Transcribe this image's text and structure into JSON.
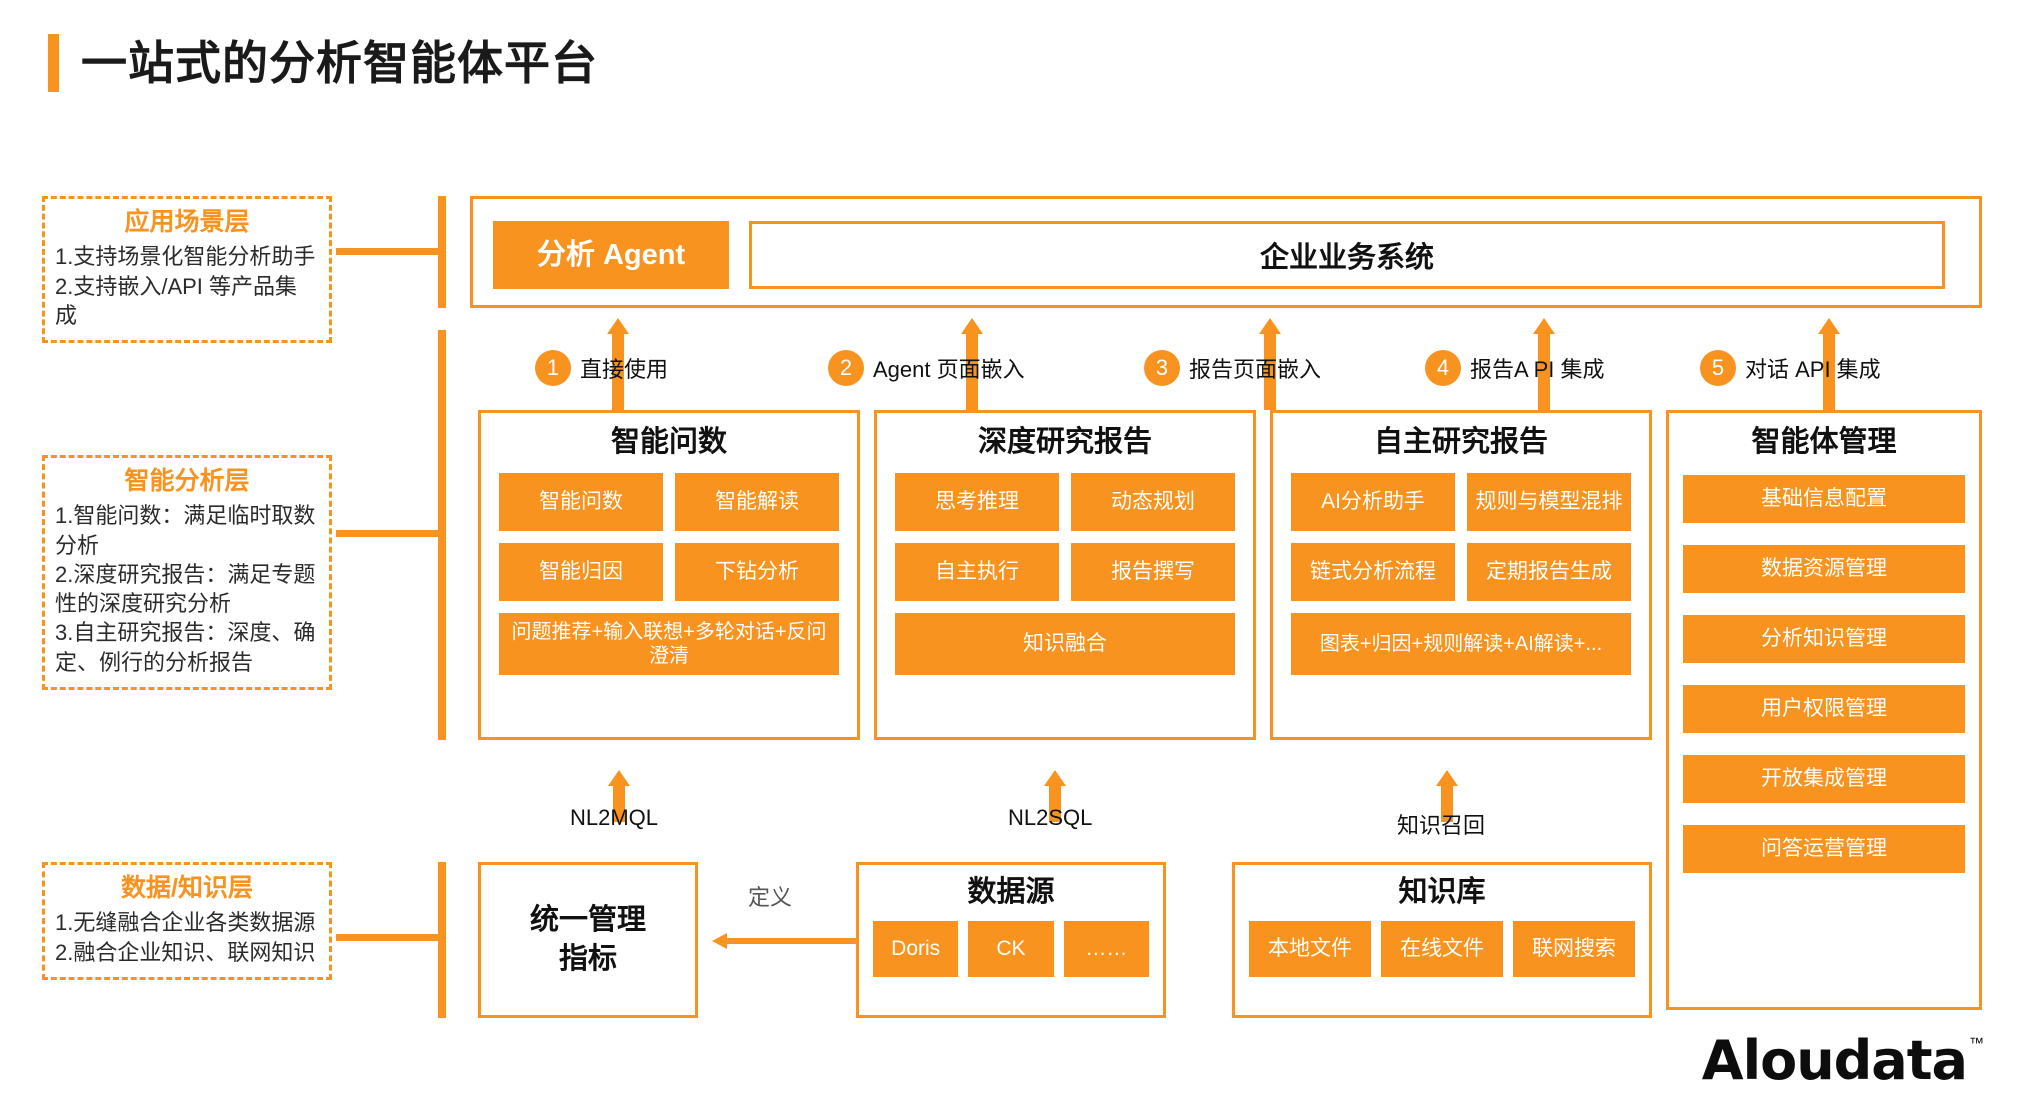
{
  "page": {
    "title": "一站式的分析智能体平台",
    "accent_color": "#F7931E",
    "text_color": "#111111"
  },
  "legend": {
    "application_layer": {
      "title": "应用场景层",
      "lines": [
        "1.支持场景化智能分析助手",
        "2.支持嵌入/API 等产品集成"
      ]
    },
    "analysis_layer": {
      "title": "智能分析层",
      "lines": [
        "1.智能问数：满足临时取数",
        "分析",
        "2.深度研究报告：满足专题",
        "性的深度研究分析",
        "3.自主研究报告：深度、确",
        "定、例行的分析报告"
      ]
    },
    "data_layer": {
      "title": "数据/知识层",
      "lines": [
        "1.无缝融合企业各类数据源",
        "2.融合企业知识、联网知识"
      ]
    }
  },
  "top_row": {
    "agent_chip": "分析 Agent",
    "business_system": "企业业务系统"
  },
  "integration_labels": [
    {
      "number": "1",
      "text": "直接使用"
    },
    {
      "number": "2",
      "text": "Agent 页面嵌入"
    },
    {
      "number": "3",
      "text": "报告页面嵌入"
    },
    {
      "number": "4",
      "text": "报告A PI 集成"
    },
    {
      "number": "5",
      "text": "对话 API 集成"
    }
  ],
  "columns": [
    {
      "title": "智能问数",
      "chips": [
        "智能问数",
        "智能解读",
        "智能归因",
        "下钻分析"
      ],
      "wide_chip": "问题推荐+输入联想+多轮对话+反问澄清"
    },
    {
      "title": "深度研究报告",
      "chips": [
        "思考推理",
        "动态规划",
        "自主执行",
        "报告撰写"
      ],
      "wide_chip": "知识融合"
    },
    {
      "title": "自主研究报告",
      "chips": [
        "AI分析助手",
        "规则与模型混排",
        "链式分析流程",
        "定期报告生成"
      ],
      "wide_chip": "图表+归因+规则解读+AI解读+..."
    }
  ],
  "management_column": {
    "title": "智能体管理",
    "items": [
      "基础信息配置",
      "数据资源管理",
      "分析知识管理",
      "用户权限管理",
      "开放集成管理",
      "问答运营管理"
    ]
  },
  "flow_labels": {
    "nl2mql": "NL2MQL",
    "nl2sql": "NL2SQL",
    "knowledge_recall": "知识召回",
    "define": "定义"
  },
  "bottom_boxes": {
    "metric": {
      "line1": "统一管理",
      "line2": "指标"
    },
    "data_source": {
      "title": "数据源",
      "chips": [
        "Doris",
        "CK",
        "……"
      ]
    },
    "knowledge_base": {
      "title": "知识库",
      "chips": [
        "本地文件",
        "在线文件",
        "联网搜索"
      ]
    }
  },
  "logo": {
    "name": "Aloudata",
    "tm": "™"
  }
}
